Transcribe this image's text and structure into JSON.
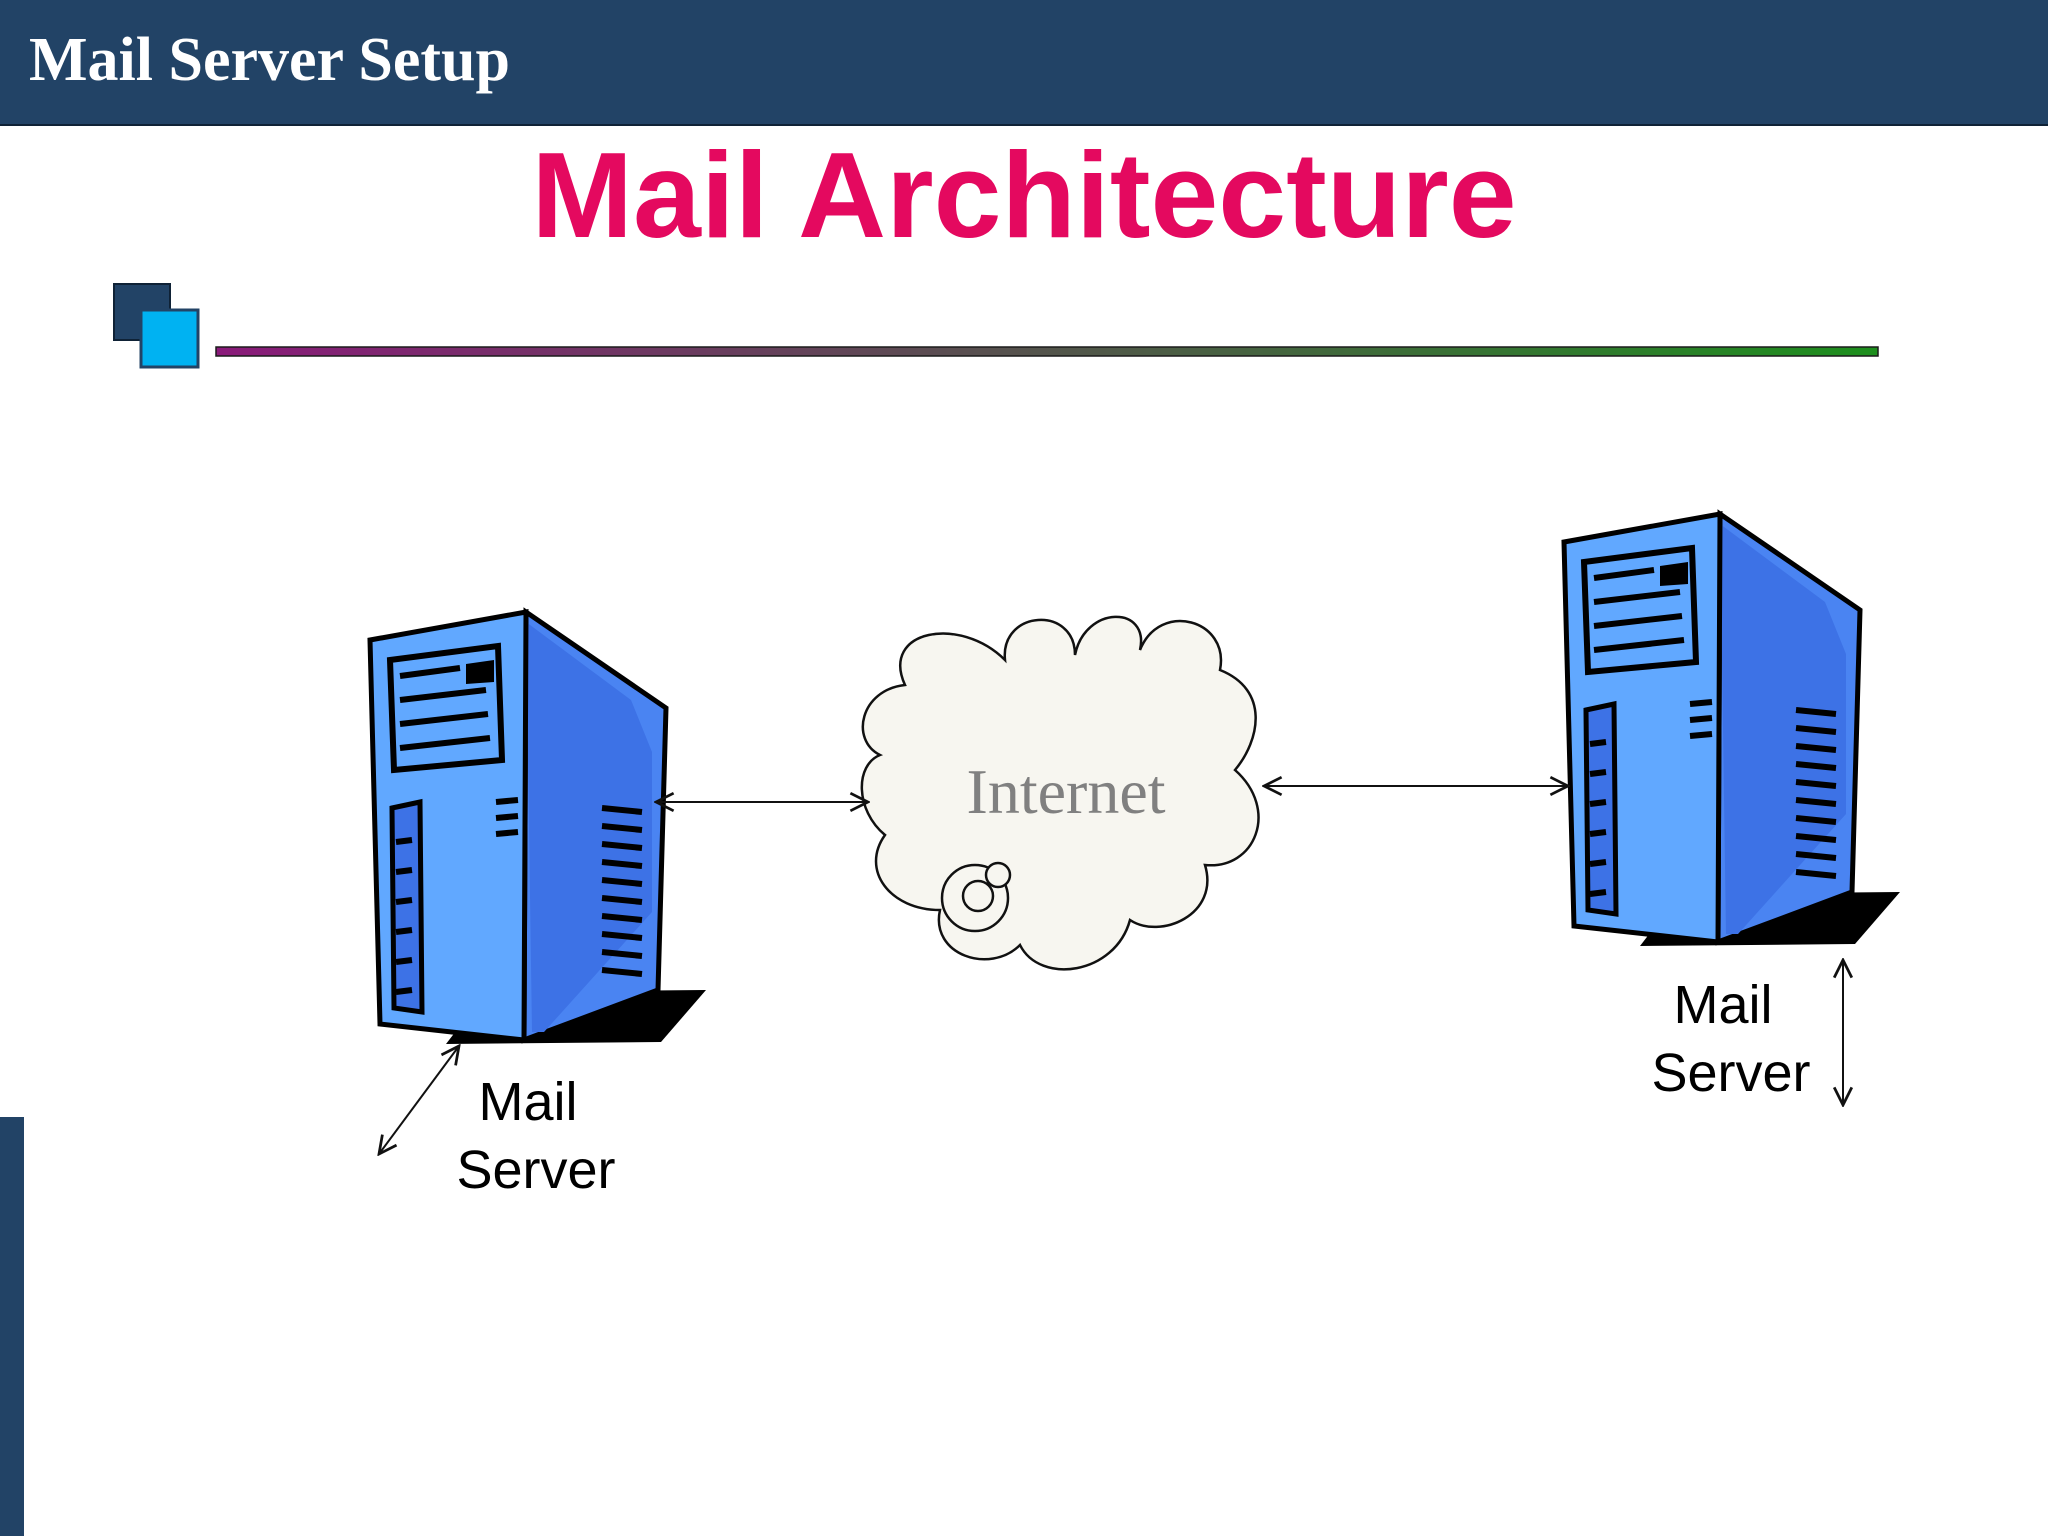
{
  "header": {
    "title": "Mail Server Setup"
  },
  "slide": {
    "title": "Mail Architecture"
  },
  "diagram": {
    "cloud_label": "Internet",
    "left_server": {
      "label_line1": "Mail",
      "label_line2": "Server"
    },
    "right_server": {
      "label_line1": "Mail",
      "label_line2": "Server"
    }
  },
  "colors": {
    "header_bg": "#224366",
    "title_accent": "#e4095f",
    "server_blue": "#61a8ff",
    "server_dark": "#4a84f2",
    "cloud_fill": "#f7f6f0",
    "rule_start": "#8a1a7a",
    "rule_end": "#1d8f1d",
    "bullet_dark": "#224366",
    "bullet_light": "#00b2f2"
  },
  "icons": {
    "bullet": "overlapping-squares-icon",
    "server": "server-tower-icon",
    "cloud": "cloud-icon",
    "arrow": "double-headed-arrow-icon"
  }
}
